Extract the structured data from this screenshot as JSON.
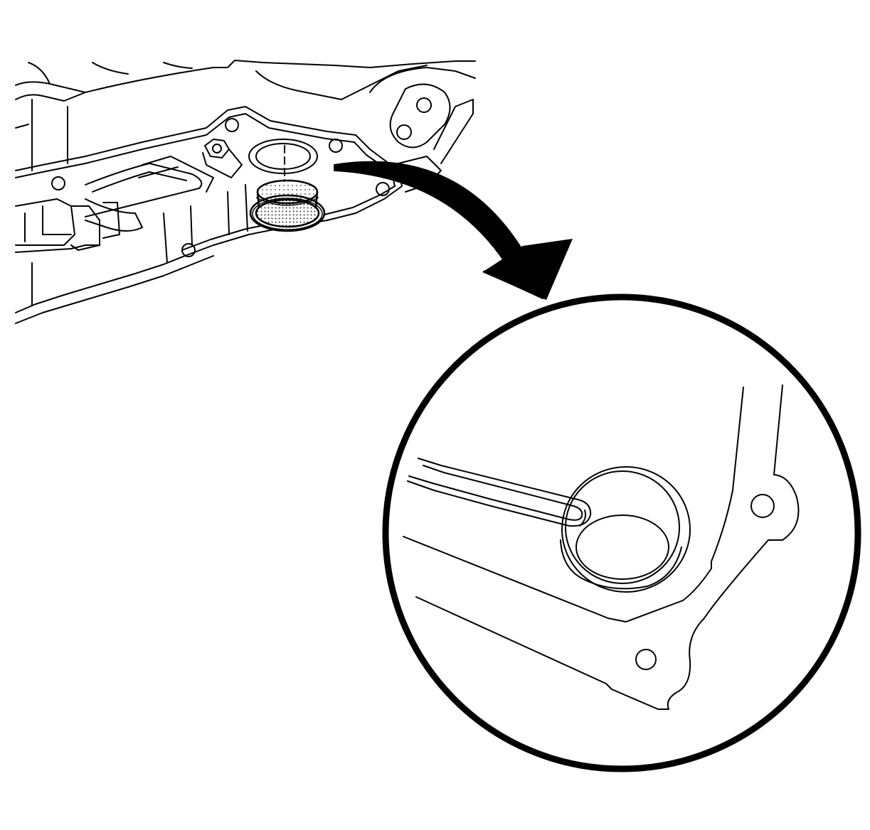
{
  "diagram": {
    "parts": [
      "transmission-case",
      "valve-body-bore",
      "filter-seal",
      "removal-arrow",
      "detail-magnifier",
      "seal-bore",
      "pry-tool"
    ],
    "colors": {
      "line": "#000000",
      "background": "#ffffff",
      "stipple": "#000000"
    }
  }
}
